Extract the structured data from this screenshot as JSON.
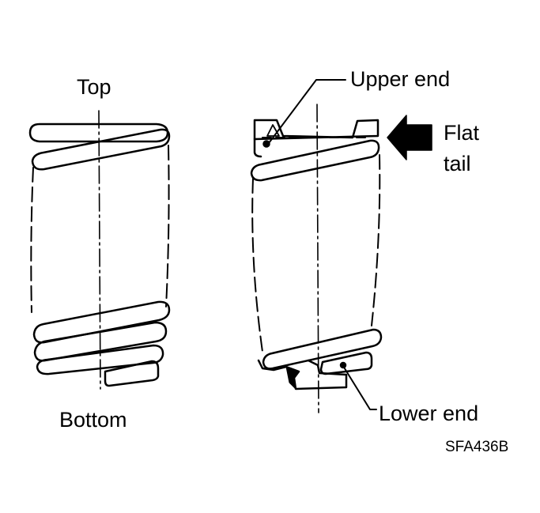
{
  "labels": {
    "top": "Top",
    "bottom": "Bottom",
    "upper_end": "Upper end",
    "flat": "Flat",
    "tail": "tail",
    "lower_end": "Lower end",
    "figure_code": "SFA436B"
  },
  "colors": {
    "ink": "#000000",
    "paper": "#ffffff"
  }
}
